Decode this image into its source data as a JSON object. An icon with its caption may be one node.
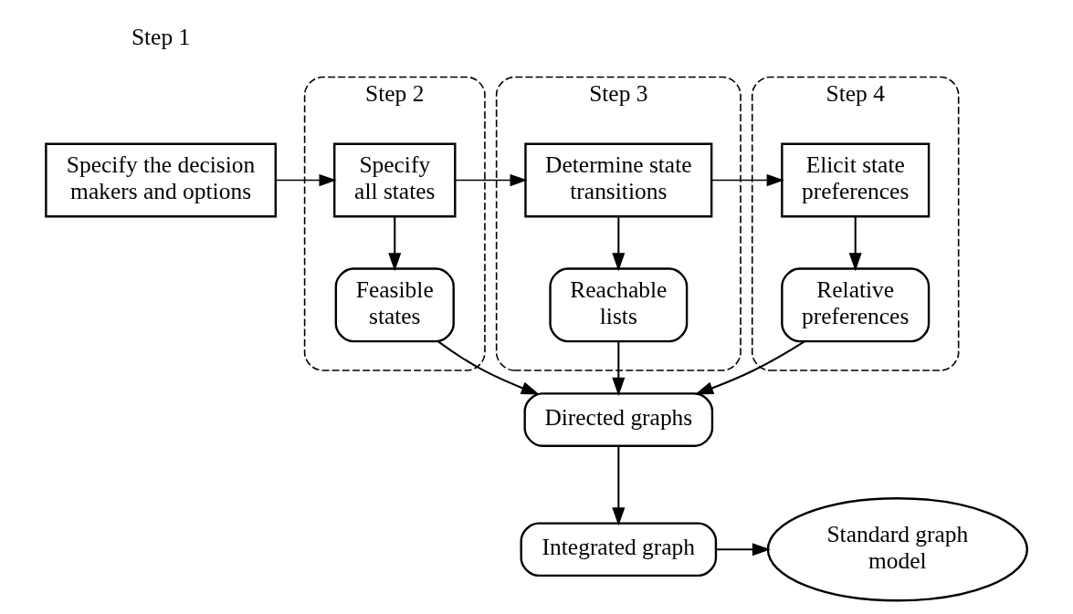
{
  "diagram": {
    "nodes": [
      {
        "text": [
          "Specify the decision makers and options"
        ],
        "beside": [
          "Step 1"
        ]
      },
      {
        "text": [
          "Step 2"
        ]
      },
      {
        "text": [
          "Specify all states"
        ],
        "in": 1
      },
      {
        "text": [
          "Feasible states"
        ],
        "in": 1
      },
      {
        "text": [
          "Step 3"
        ]
      },
      {
        "text": [
          "Determine state transitions"
        ],
        "in": 4
      },
      {
        "text": [
          "Reachable lists"
        ],
        "in": 4
      },
      {
        "text": [
          "Step 4"
        ]
      },
      {
        "text": [
          "Elicit state preferences"
        ],
        "in": 7
      },
      {
        "text": [
          "Relative preferences"
        ],
        "in": 7
      },
      {
        "text": [
          "Directed graphs"
        ]
      },
      {
        "text": [
          "Integrated graph"
        ]
      },
      {
        "text": [
          "Standard graph model"
        ]
      }
    ],
    "edges": [
      {
        "from": 0,
        "to": 2,
        "arrow": "to"
      },
      {
        "from": 2,
        "to": 5,
        "arrow": "to"
      },
      {
        "from": 5,
        "to": 8,
        "arrow": "to"
      },
      {
        "from": 2,
        "to": 3,
        "arrow": "to"
      },
      {
        "from": 5,
        "to": 6,
        "arrow": "to"
      },
      {
        "from": 8,
        "to": 9,
        "arrow": "to"
      },
      {
        "from": 3,
        "to": 10,
        "arrow": "to"
      },
      {
        "from": 6,
        "to": 10,
        "arrow": "to"
      },
      {
        "from": 9,
        "to": 10,
        "arrow": "to"
      },
      {
        "from": 10,
        "to": 11,
        "arrow": "to"
      },
      {
        "from": 11,
        "to": 12,
        "arrow": "to"
      }
    ]
  }
}
